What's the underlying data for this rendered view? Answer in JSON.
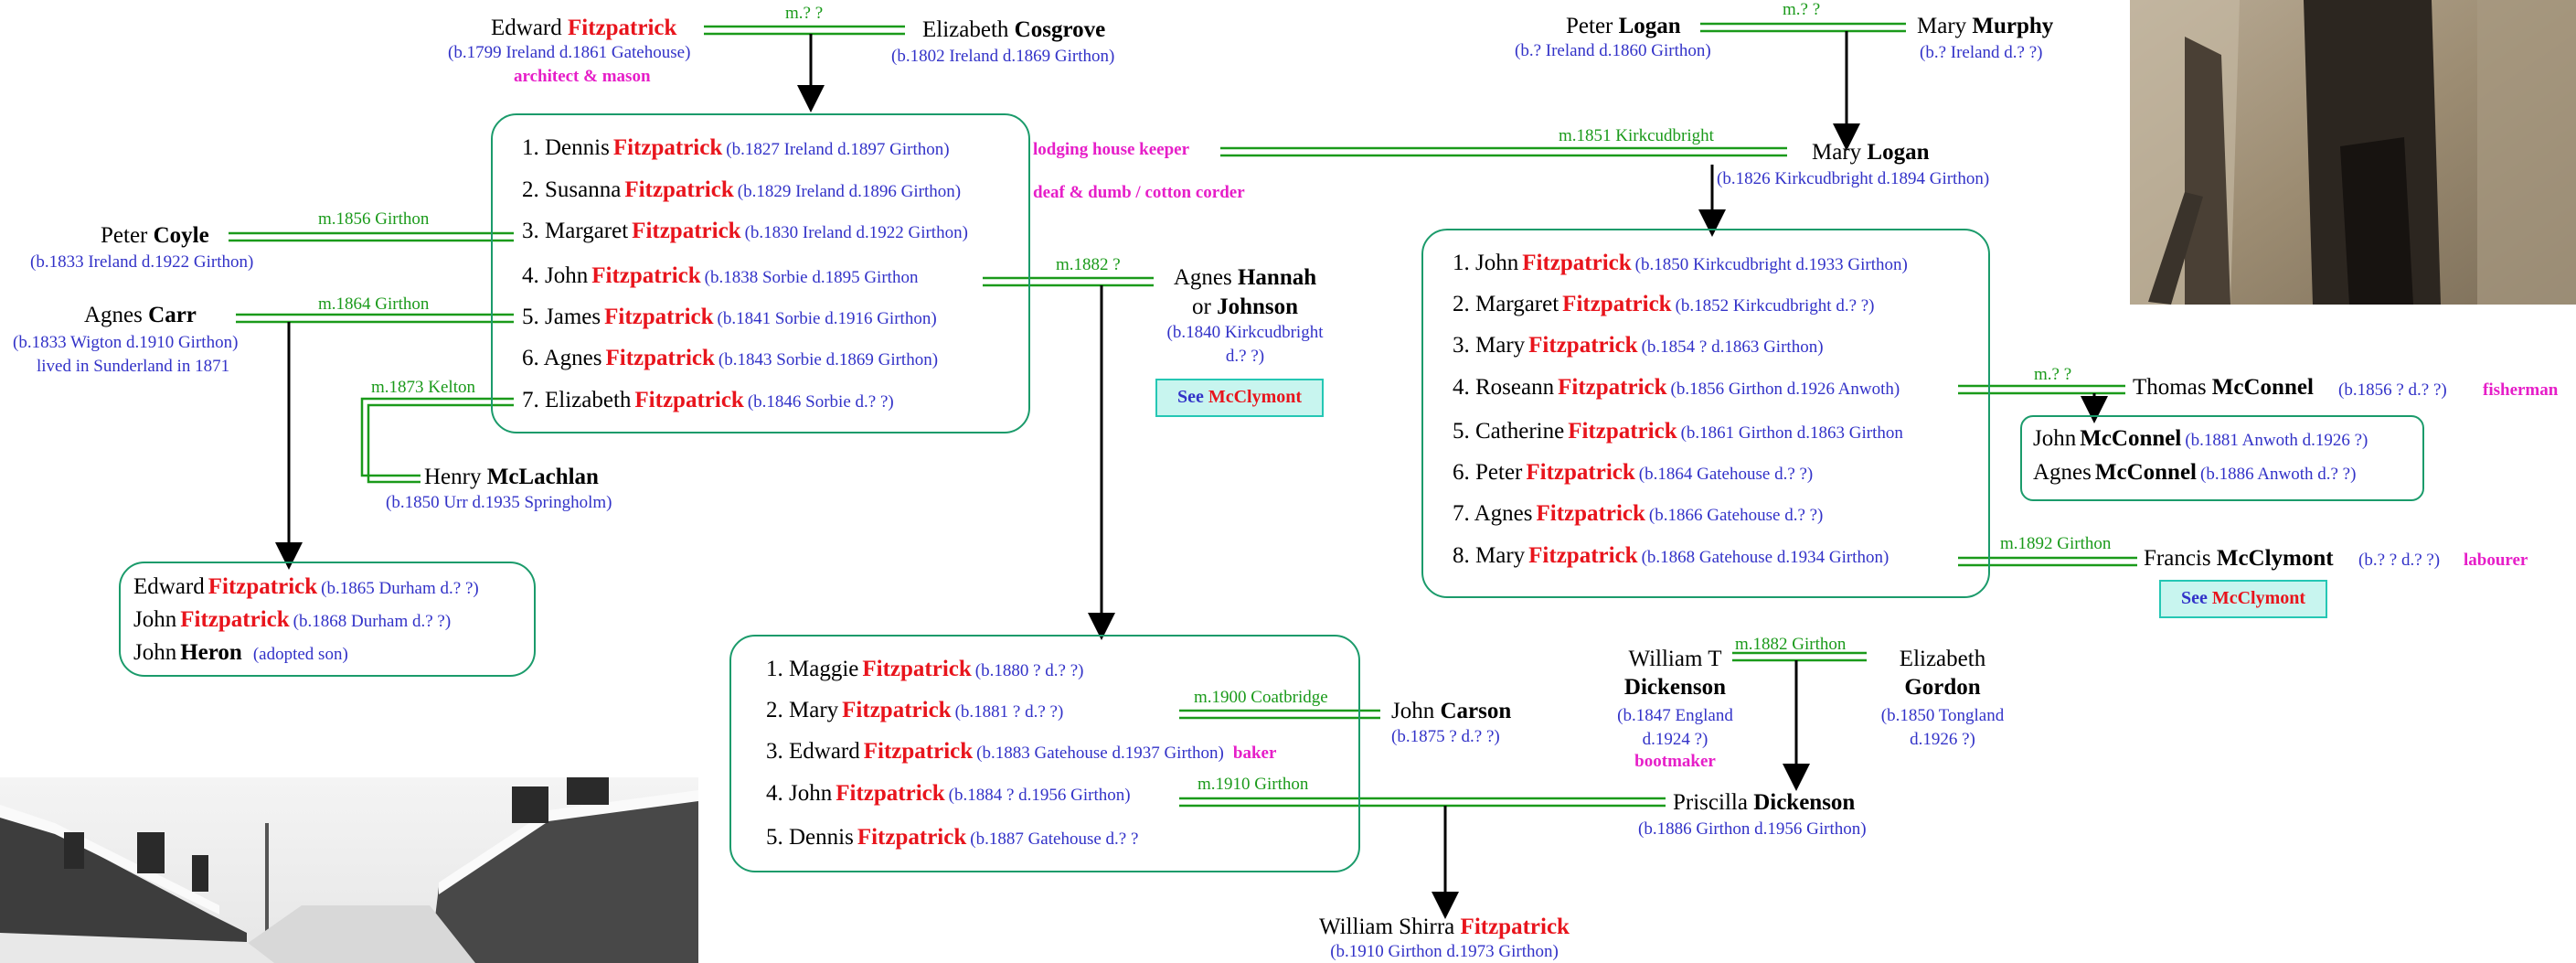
{
  "people": {
    "edward_sr": {
      "given": "Edward",
      "surname": "Fitzpatrick",
      "info": "(b.1799 Ireland    d.1861 Gatehouse)",
      "occupation": "architect & mason"
    },
    "elizabeth_cosgrove": {
      "given": "Elizabeth",
      "surname": "Cosgrove",
      "info": "(b.1802 Ireland    d.1869 Girthon)"
    },
    "peter_logan": {
      "given": "Peter",
      "surname": "Logan",
      "info": "(b.? Ireland    d.1860 Girthon)"
    },
    "mary_murphy": {
      "given": "Mary",
      "surname": "Murphy",
      "info": "(b.? Ireland    d.? ?)"
    },
    "mary_logan": {
      "given": "Mary",
      "surname": "Logan",
      "info": "(b.1826 Kirkcudbright    d.1894 Girthon)"
    },
    "peter_coyle": {
      "given": "Peter",
      "surname": "Coyle",
      "info": "(b.1833 Ireland    d.1922 Girthon)"
    },
    "agnes_carr": {
      "given": "Agnes",
      "surname": "Carr",
      "info": "(b.1833 Wigton    d.1910 Girthon)",
      "note": "lived in Sunderland in 1871"
    },
    "henry_mclachlan": {
      "given": "Henry",
      "surname": "McLachlan",
      "info": "(b.1850 Urr    d.1935 Springholm)"
    },
    "agnes_hannah": {
      "given": "Agnes",
      "surname": "Hannah",
      "alt_prefix": "or",
      "alt_surname": "Johnson",
      "info_line1": "(b.1840 Kirkcudbright",
      "info_line2": "d.? ?)"
    },
    "thomas_mcconnel": {
      "given": "Thomas",
      "surname": "McConnel",
      "info": "(b.1856 ?    d.? ?)",
      "occupation": "fisherman"
    },
    "francis_mcclymont": {
      "given": "Francis",
      "surname": "McClymont",
      "info": "(b.? ?    d.? ?)",
      "occupation": "labourer"
    },
    "john_carson": {
      "given": "John",
      "surname": "Carson",
      "info": "(b.1875 ?    d.? ?)"
    },
    "william_t_dickenson": {
      "given": "William T",
      "surname": "Dickenson",
      "info_line1": "(b.1847 England",
      "info_line2": "d.1924 ?)",
      "occupation": "bootmaker"
    },
    "elizabeth_gordon": {
      "given": "Elizabeth",
      "surname": "Gordon",
      "info_line1": "(b.1850 Tongland",
      "info_line2": "d.1926 ?)"
    },
    "priscilla_dickenson": {
      "given": "Priscilla",
      "surname": "Dickenson",
      "info": "(b.1886 Girthon    d.1956 Girthon)"
    },
    "william_shirra": {
      "given": "William Shirra",
      "surname": "Fitzpatrick",
      "info": "(b.1910 Girthon    d.1973 Girthon)"
    }
  },
  "marriages": {
    "edward_elizabeth": "m.? ?",
    "peter_mary": "m.? ?",
    "dennis_mary": "m.1851 Kirkcudbright",
    "coyle_margaret": "m.1856 Girthon",
    "carr_james": "m.1864 Girthon",
    "elizabeth_henry": "m.1873 Kelton",
    "john_agnes": "m.1882 ?",
    "roseann_thomas": "m.? ?",
    "mary_francis": "m.1892 Girthon",
    "mary_carson": "m.1900 Coatbridge",
    "william_elizabeth": "m.1882 Girthon",
    "john_priscilla": "m.1910 Girthon"
  },
  "occupations": {
    "dennis": "lodging house keeper",
    "susanna": "deaf & dumb / cotton corder",
    "edward_jr": "baker"
  },
  "families": {
    "edward_children": [
      {
        "label": "1. Dennis",
        "surname": "Fitzpatrick",
        "info": "(b.1827 Ireland   d.1897 Girthon)"
      },
      {
        "label": "2. Susanna",
        "surname": "Fitzpatrick",
        "info": "(b.1829 Ireland   d.1896 Girthon)"
      },
      {
        "label": "3. Margaret",
        "surname": "Fitzpatrick",
        "info": "(b.1830 Ireland   d.1922 Girthon)"
      },
      {
        "label": "4. John",
        "surname": "Fitzpatrick",
        "info": "(b.1838 Sorbie   d.1895 Girthon"
      },
      {
        "label": "5. James",
        "surname": "Fitzpatrick",
        "info": "(b.1841 Sorbie   d.1916 Girthon)"
      },
      {
        "label": "6. Agnes",
        "surname": "Fitzpatrick",
        "info": "(b.1843 Sorbie   d.1869 Girthon)"
      },
      {
        "label": "7. Elizabeth",
        "surname": "Fitzpatrick",
        "info": "(b.1846 Sorbie   d.? ?)"
      }
    ],
    "dennis_children": [
      {
        "label": "1. John",
        "surname": "Fitzpatrick",
        "info": "(b.1850 Kirkcudbright   d.1933 Girthon)"
      },
      {
        "label": "2. Margaret",
        "surname": "Fitzpatrick",
        "info": "(b.1852 Kirkcudbright   d.? ?)"
      },
      {
        "label": "3. Mary",
        "surname": "Fitzpatrick",
        "info": "(b.1854 ?   d.1863 Girthon)"
      },
      {
        "label": "4. Roseann",
        "surname": "Fitzpatrick",
        "info": "(b.1856 Girthon   d.1926 Anwoth)"
      },
      {
        "label": "5. Catherine",
        "surname": "Fitzpatrick",
        "info": "(b.1861 Girthon   d.1863 Girthon"
      },
      {
        "label": "6. Peter",
        "surname": "Fitzpatrick",
        "info": "(b.1864 Gatehouse   d.? ?)"
      },
      {
        "label": "7. Agnes",
        "surname": "Fitzpatrick",
        "info": "(b.1866 Gatehouse   d.? ?)"
      },
      {
        "label": "8. Mary",
        "surname": "Fitzpatrick",
        "info": "(b.1868 Gatehouse   d.1934 Girthon)"
      }
    ],
    "james_children": [
      {
        "label": "Edward",
        "surname": "Fitzpatrick",
        "info": "(b.1865 Durham   d.? ?)",
        "red": true
      },
      {
        "label": "John",
        "surname": "Fitzpatrick",
        "info": "(b.1868 Durham   d.? ?)",
        "red": true
      },
      {
        "label": "John",
        "surname": "Heron",
        "info": "(adopted son)",
        "red": false
      }
    ],
    "john_children": [
      {
        "label": "1. Maggie",
        "surname": "Fitzpatrick",
        "info": "(b.1880 ?   d.? ?)"
      },
      {
        "label": "2. Mary",
        "surname": "Fitzpatrick",
        "info": "(b.1881 ?   d.? ?)"
      },
      {
        "label": "3. Edward",
        "surname": "Fitzpatrick",
        "info": "(b.1883 Gatehouse   d.1937 Girthon)"
      },
      {
        "label": "4. John",
        "surname": "Fitzpatrick",
        "info": "(b.1884 ?   d.1956 Girthon)"
      },
      {
        "label": "5. Dennis",
        "surname": "Fitzpatrick",
        "info": "(b.1887 Gatehouse   d.? ?"
      }
    ],
    "roseann_children": [
      {
        "label": "John",
        "surname": "McConnel",
        "info": "(b.1881 Anwoth   d.1926 ?)"
      },
      {
        "label": "Agnes",
        "surname": "McConnel",
        "info": "(b.1886 Anwoth   d.? ?)"
      }
    ]
  },
  "refs": {
    "mcclymont_1": {
      "prefix": "See",
      "name": "McClymont"
    },
    "mcclymont_2": {
      "prefix": "See",
      "name": "McClymont"
    }
  },
  "colors": {
    "surname_red": "#e8141c",
    "info_blue": "#3232c8",
    "marriage_green": "#1a9a1a",
    "occupation_magenta": "#e61ec8",
    "box_border": "#1b9b6b",
    "ref_fill": "#c8f5ef"
  }
}
